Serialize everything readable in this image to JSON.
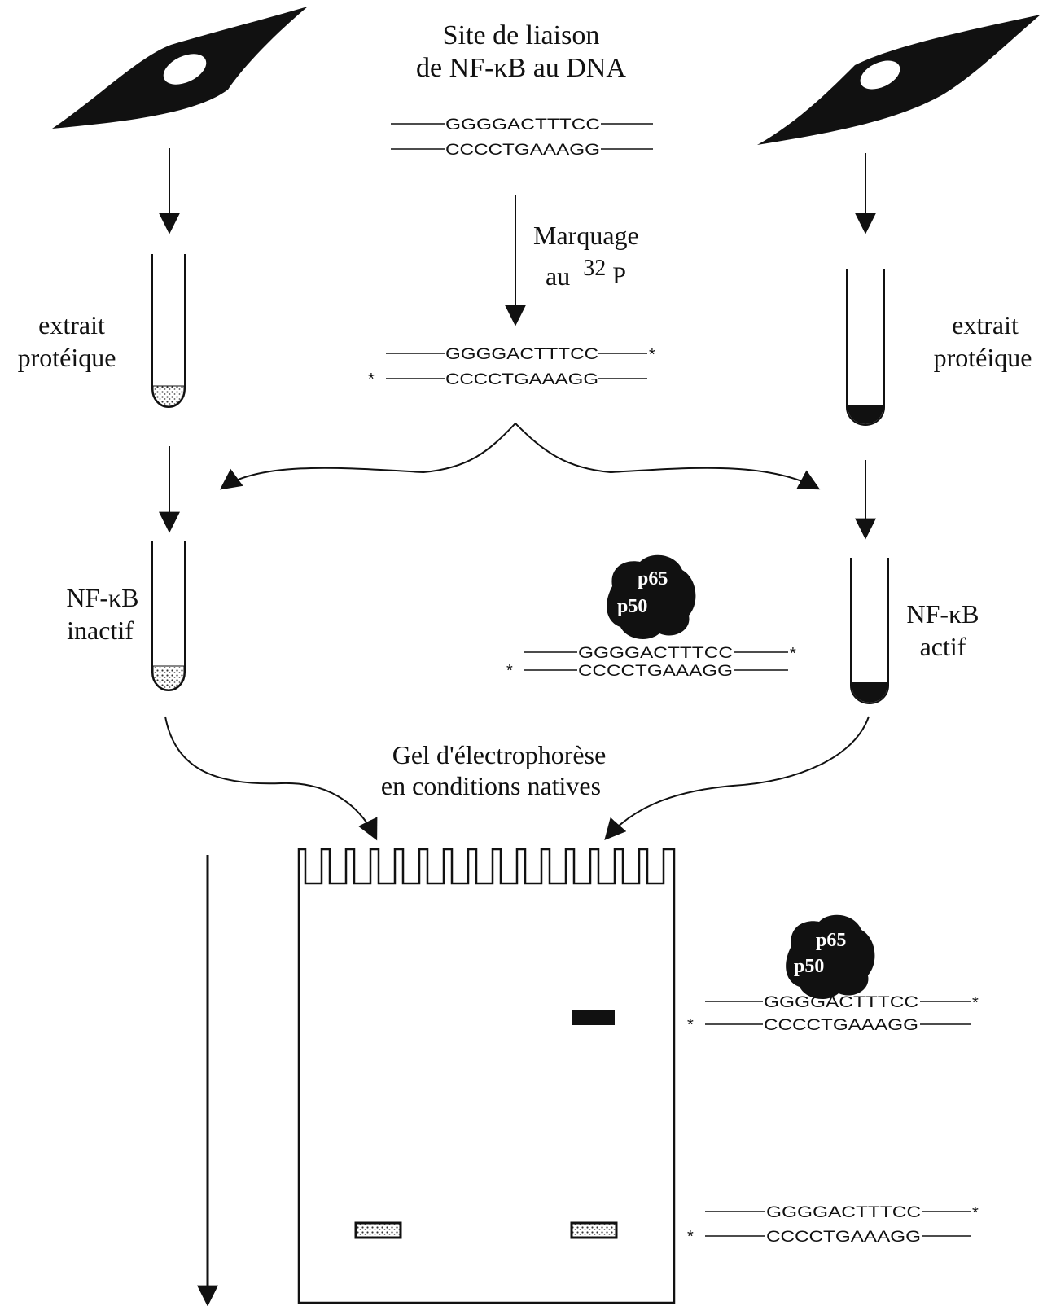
{
  "top_label": [
    "Site de liaison",
    "de NF-κB au DNA"
  ],
  "dna": {
    "top": "GGGGACTTTCC",
    "bottom": "CCCCTGAAAGG",
    "label_mark": "*"
  },
  "marquage": {
    "line1": "Marquage",
    "line2": "au",
    "isotope_sup": "32",
    "isotope_sym": "P"
  },
  "extrait_left": [
    "extrait",
    "protéique"
  ],
  "extrait_right": [
    "extrait",
    "protéique"
  ],
  "nfkb_left": [
    "NF-κB",
    "inactif"
  ],
  "nfkb_right": [
    "NF-κB",
    "actif"
  ],
  "protein": {
    "p65": "p65",
    "p50": "p50"
  },
  "gel_label": [
    "Gel d'électrophorèse",
    "en conditions natives"
  ],
  "colors": {
    "ink": "#111111",
    "background": "#ffffff"
  }
}
